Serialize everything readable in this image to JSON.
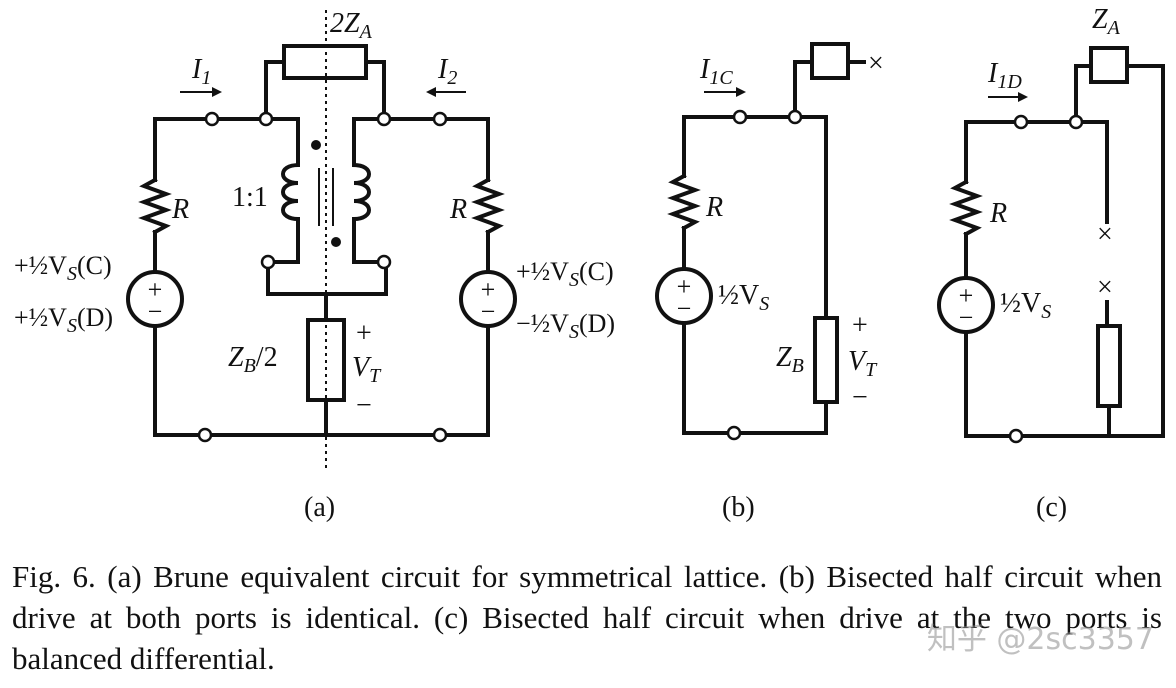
{
  "labels": {
    "a_two_za": "2Z",
    "a_two_za_sub": "A",
    "a_i1": "I",
    "a_i1_sub": "1",
    "a_i2": "I",
    "a_i2_sub": "2",
    "a_ratio": "1:1",
    "a_r_left": "R",
    "a_r_right": "R",
    "a_src_left_top": "+½V",
    "a_src_left_top_sub": "S",
    "a_src_left_top_tail": "(C)",
    "a_src_left_bot": "+½V",
    "a_src_left_bot_sub": "S",
    "a_src_left_bot_tail": "(D)",
    "a_src_right_top": "+½V",
    "a_src_right_top_sub": "S",
    "a_src_right_top_tail": "(C)",
    "a_src_right_bot": "−½V",
    "a_src_right_bot_sub": "S",
    "a_src_right_bot_tail": "(D)",
    "a_zb": "Z",
    "a_zb_sub": "B",
    "a_zb_tail": "/2",
    "a_plus": "+",
    "a_minus": "−",
    "a_vt": "V",
    "a_vt_sub": "T",
    "a_panel": "(a)",
    "b_i1c": "I",
    "b_i1c_sub": "1C",
    "b_r": "R",
    "b_vs": "½V",
    "b_vs_sub": "S",
    "b_zb": "Z",
    "b_zb_sub": "B",
    "b_plus": "+",
    "b_minus": "−",
    "b_vt": "V",
    "b_vt_sub": "T",
    "b_panel": "(b)",
    "c_za": "Z",
    "c_za_sub": "A",
    "c_i1d": "I",
    "c_i1d_sub": "1D",
    "c_r": "R",
    "c_vs": "½V",
    "c_vs_sub": "S",
    "c_panel": "(c)",
    "open_mark": "×",
    "src_plus": "+",
    "src_minus": "−"
  },
  "caption": "Fig. 6.   (a) Brune equivalent circuit for symmetrical lattice. (b) Bisected half circuit when drive at both ports is identical. (c) Bisected half circuit when drive at the two ports is balanced differential.",
  "watermark": "知乎 @2sc3357",
  "colors": {
    "ink": "#111111",
    "background": "#ffffff"
  }
}
